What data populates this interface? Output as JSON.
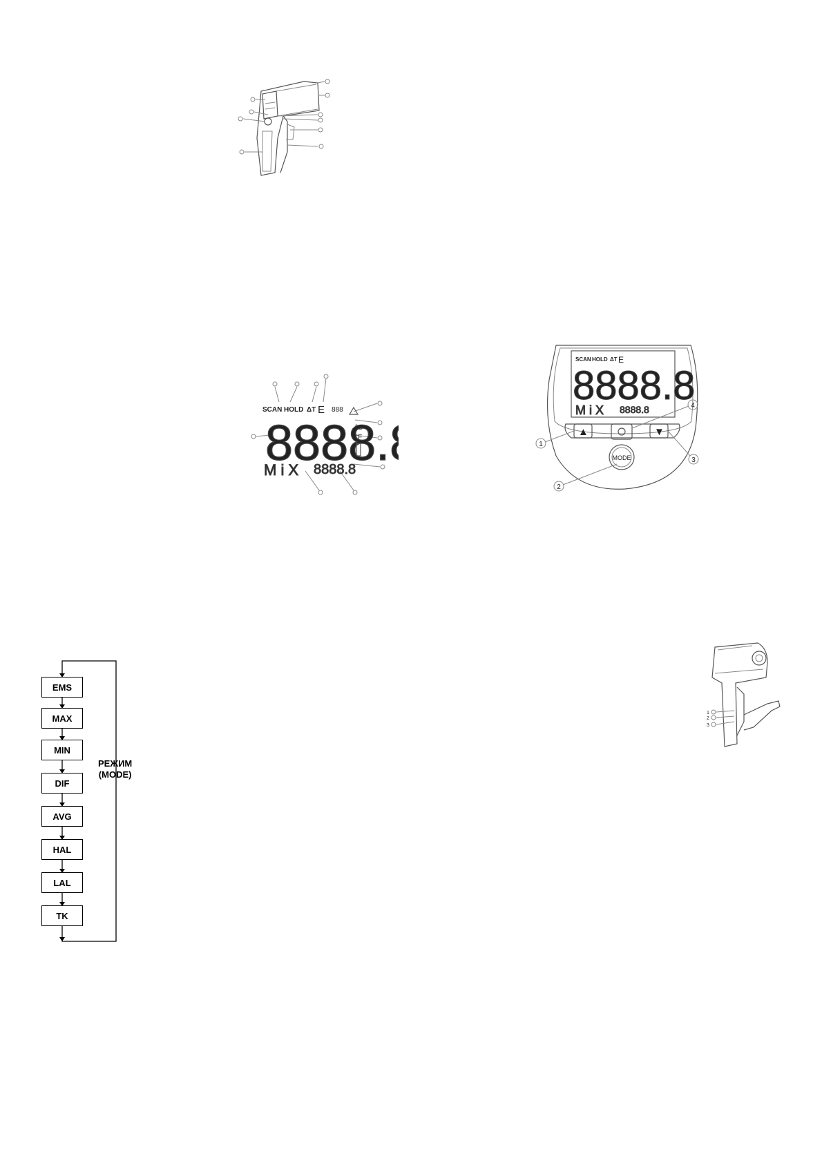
{
  "lcd": {
    "indicators": [
      "SCAN",
      "HOLD",
      "ΔT",
      "E"
    ],
    "main_digits": "8888.8",
    "unit_c": "°C",
    "unit_f": "°F",
    "mode_text": "M i X",
    "sub_digits": "8888.8"
  },
  "keypad": {
    "mode_button": "MODE",
    "up_symbol": "▲",
    "down_symbol": "▼",
    "callouts": [
      "1",
      "2",
      "3",
      "4"
    ]
  },
  "flow": {
    "steps": [
      "EMS",
      "MAX",
      "MIN",
      "DIF",
      "AVG",
      "HAL",
      "LAL",
      "TK"
    ],
    "loop_label_line1": "РЕЖИМ",
    "loop_label_line2": "(MODE)"
  },
  "side_view": {
    "callouts": [
      "1",
      "2",
      "3"
    ]
  }
}
